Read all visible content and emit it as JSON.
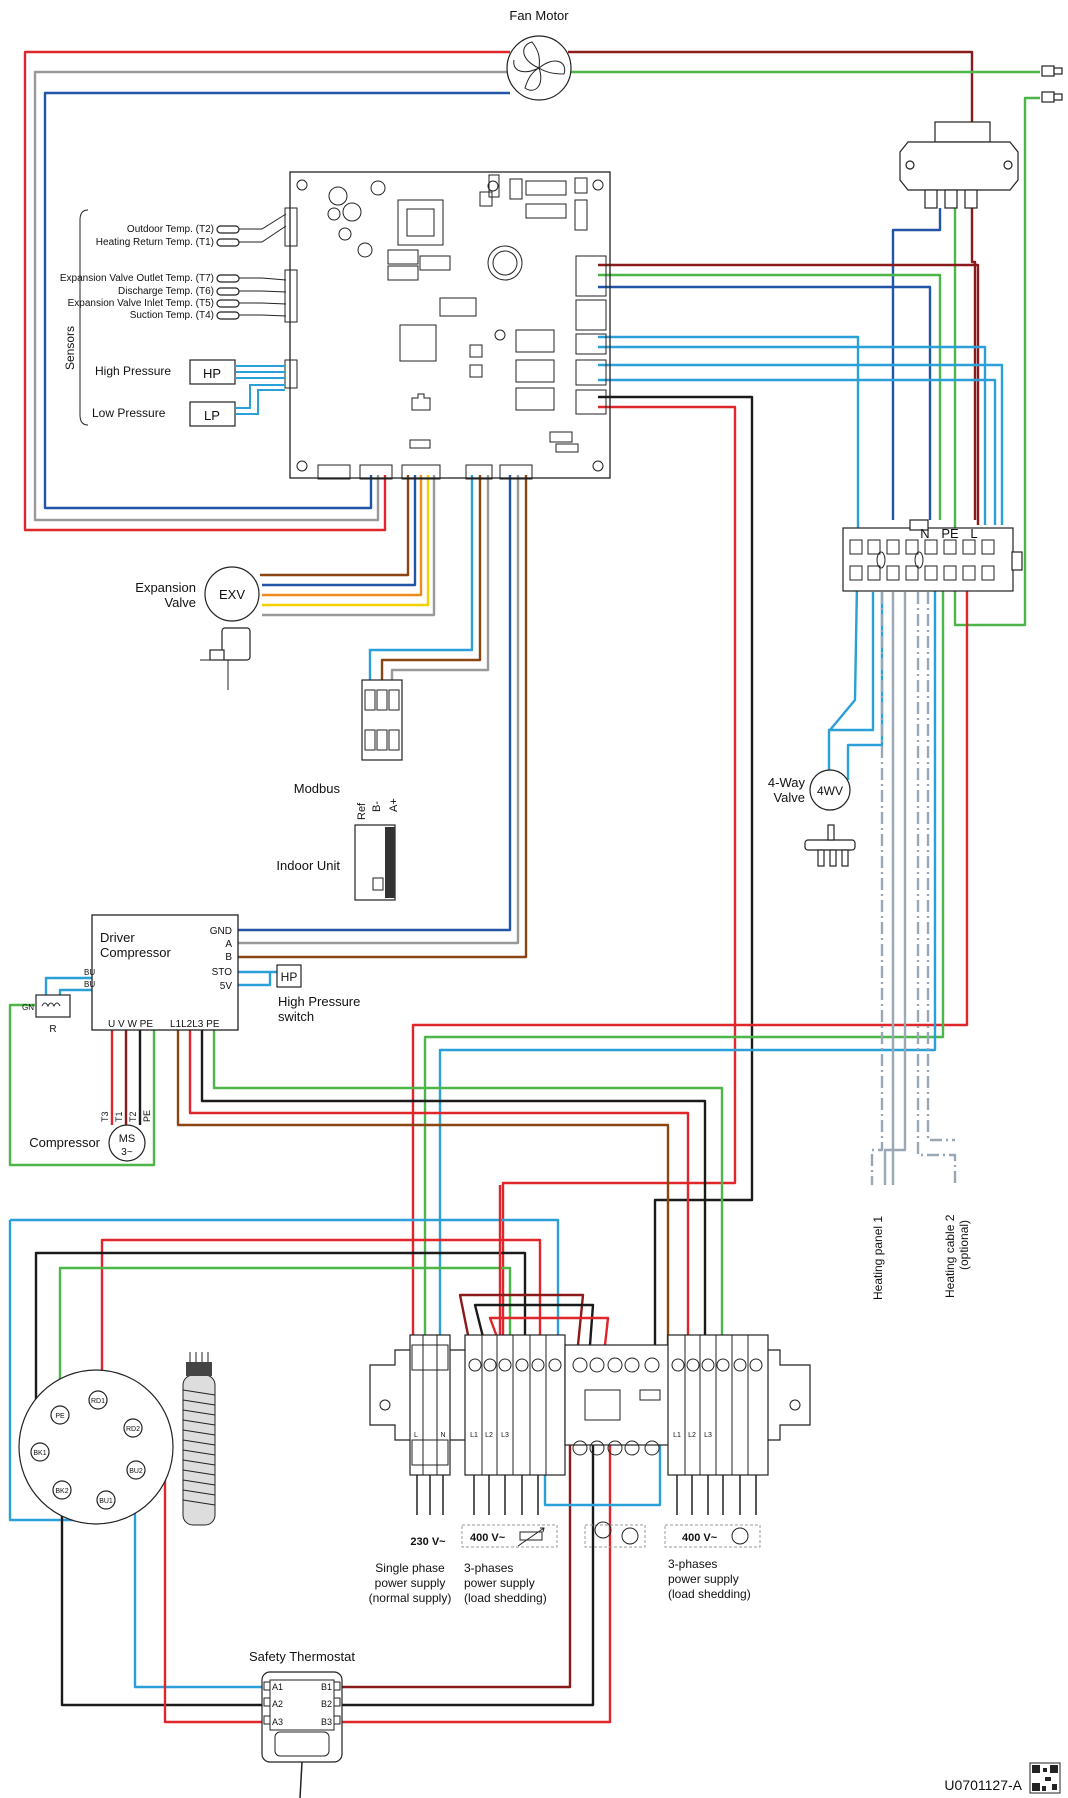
{
  "labels": {
    "fan_motor": "Fan Motor",
    "sensors": "Sensors",
    "t2": "Outdoor Temp. (T2)",
    "t1": "Heating Return Temp. (T1)",
    "t7": "Expansion Valve Outlet Temp. (T7)",
    "t6": "Discharge Temp. (T6)",
    "t5": "Expansion Valve Inlet Temp. (T5)",
    "t4": "Suction Temp. (T4)",
    "high_pressure": "High Pressure",
    "low_pressure": "Low Pressure",
    "hp": "HP",
    "lp": "LP",
    "expansion_valve_1": "Expansion",
    "expansion_valve_2": "Valve",
    "exv": "EXV",
    "modbus": "Modbus",
    "ref": "Ref",
    "b_minus": "B-",
    "a_plus": "A+",
    "indoor_unit": "Indoor Unit",
    "four_way_1": "4-Way",
    "four_way_2": "Valve",
    "four_wv": "4WV",
    "terminal_n": "N",
    "terminal_pe": "PE",
    "terminal_l": "L",
    "driver_1": "Driver",
    "driver_2": "Compressor",
    "gnd": "GND",
    "a": "A",
    "b": "B",
    "sto": "STO",
    "v5": "5V",
    "hp_switch_box": "HP",
    "hp_switch_1": "High Pressure",
    "hp_switch_2": "switch",
    "uvw": "U  V  W  PE",
    "l123": "L1L2L3 PE",
    "bu1": "BU",
    "bu2": "BU",
    "gn": "GN",
    "r": "R",
    "t3": "T3",
    "t1c": "T1",
    "t2c": "T2",
    "pe_c": "PE",
    "compressor": "Compressor",
    "ms": "MS",
    "three_ph": "3~",
    "heating_panel_1": "Heating panel 1",
    "heating_cable_2": "Heating cable 2",
    "optional": "(optional)",
    "v230": "230 V~",
    "v400a": "400 V~",
    "v400b": "400 V~",
    "single_phase_1": "Single phase",
    "single_phase_2": "power supply",
    "single_phase_3": "(normal supply)",
    "three_a_1": "3-phases",
    "three_a_2": "power supply",
    "three_a_3": "(load shedding)",
    "three_b_1": "3-phases",
    "three_b_2": "power supply",
    "three_b_3": "(load shedding)",
    "safety_thermostat": "Safety Thermostat",
    "a1": "A1",
    "a2": "A2",
    "a3": "A3",
    "b1": "B1",
    "b2": "B2",
    "b3": "B3",
    "pe_h": "PE",
    "rd1": "RD1",
    "rd2": "RD2",
    "bk1": "BK1",
    "bu2h": "BU2",
    "bk2": "BK2",
    "bu1h": "BU1",
    "term_l": "L",
    "term_n": "N",
    "term_l1": "L1",
    "term_l2": "L2",
    "term_l3": "L3",
    "code": "U0701127-A"
  },
  "colors": {
    "red": "#e0262b",
    "darkred": "#8b1a1a",
    "blue": "#2255a8",
    "lightblue": "#2a9fd8",
    "green": "#4cb648",
    "gray": "#999999",
    "black": "#1a1a1a",
    "brown": "#8b4513",
    "yellow": "#f5d000",
    "orange": "#f08c1e",
    "dashgray": "#9aa8b5"
  }
}
